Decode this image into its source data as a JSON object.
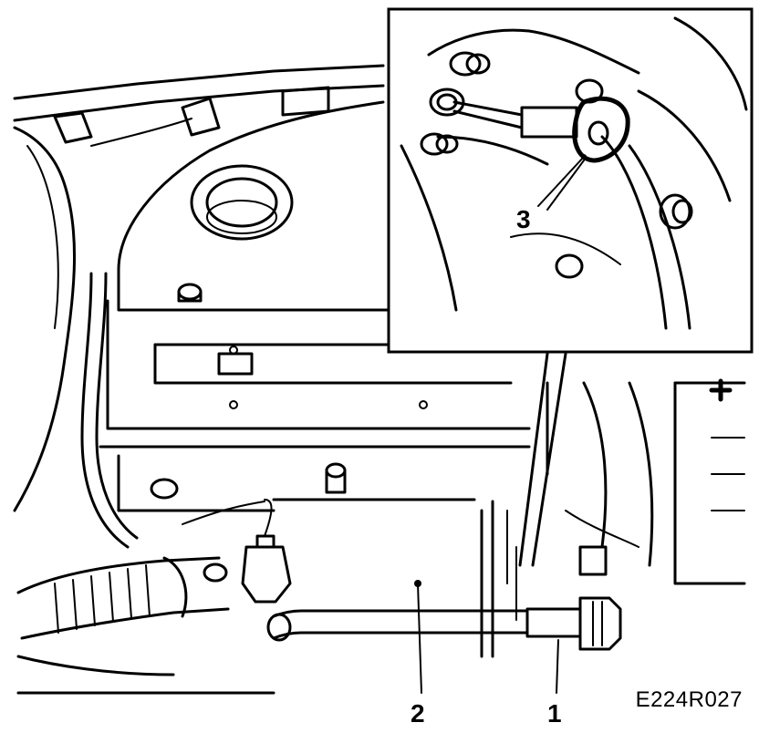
{
  "callouts": {
    "label_1": "1",
    "label_2": "2",
    "label_3": "3"
  },
  "reference_code": "E224R027",
  "colors": {
    "ink": "#000000",
    "paper": "#ffffff"
  }
}
